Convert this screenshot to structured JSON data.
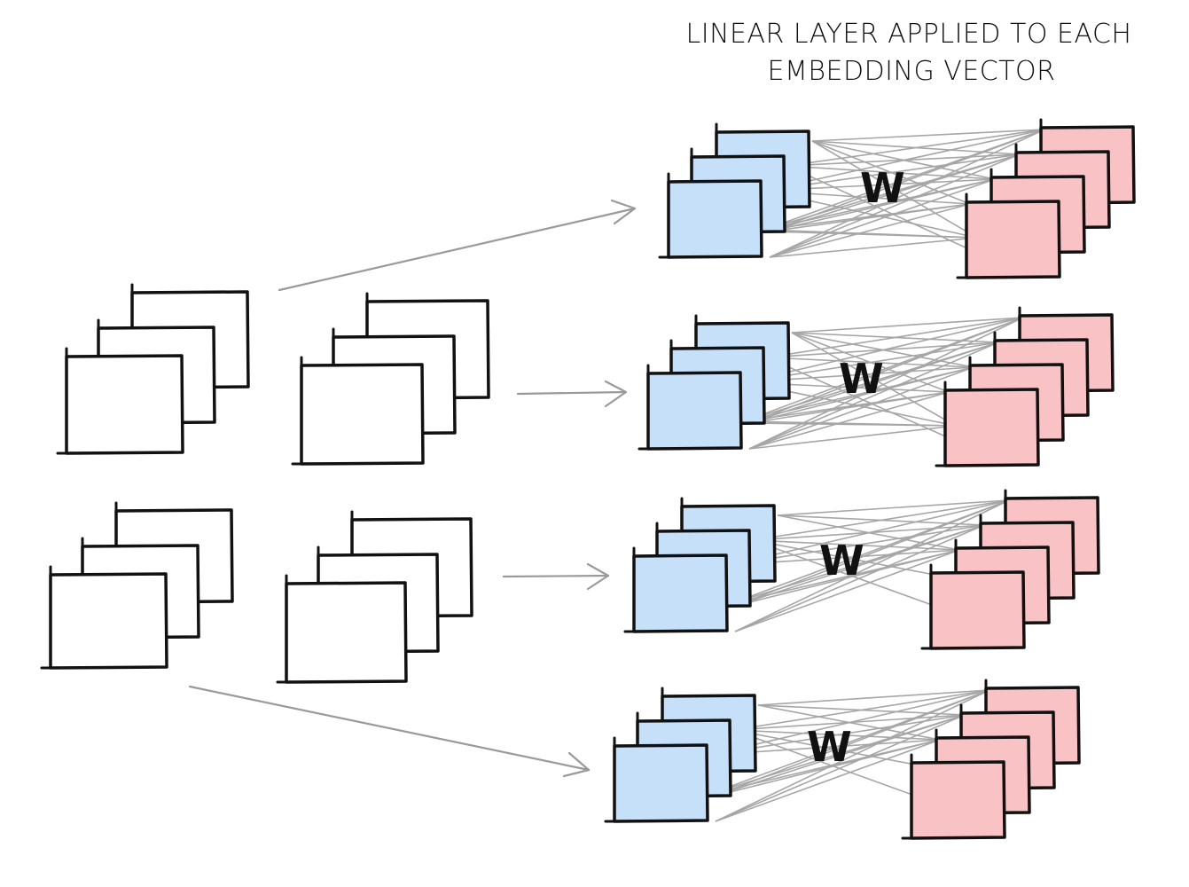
{
  "title": {
    "line1": "LINEAR LAYER APPLIED TO EACH",
    "line2": "EMBEDDING VECTOR"
  },
  "weight_label": "W",
  "colors": {
    "input_patch": "#ffffff",
    "embedding_vector": "#c6e0f9",
    "output_vector": "#f9c3c6",
    "stroke": "#111111",
    "connection": "#a6a6a6",
    "arrow": "#9a9a9a"
  },
  "input_patch_stacks": 4,
  "linear_layer_blocks": 4,
  "vectors_per_block": 3,
  "outputs_per_block": 4
}
